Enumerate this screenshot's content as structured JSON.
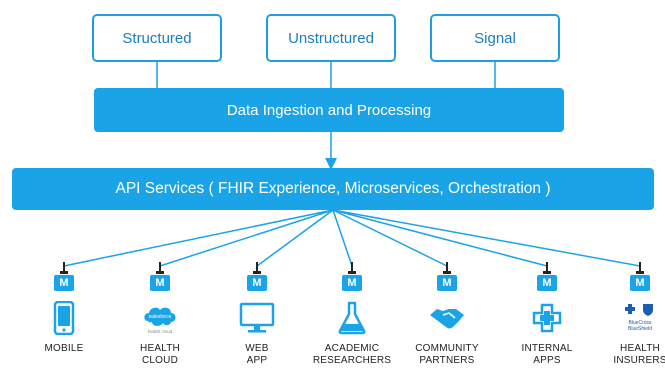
{
  "sources": [
    "Structured",
    "Unstructured",
    "Signal"
  ],
  "ingestion": {
    "label": "Data Ingestion and Processing"
  },
  "api": {
    "label": "API Services ( FHIR Experience, Microservices, Orchestration )"
  },
  "connector_badge": "M",
  "consumers": [
    {
      "line1": "MOBILE",
      "line2": "",
      "icon": "mobile-phone-icon"
    },
    {
      "line1": "HEALTH",
      "line2": "CLOUD",
      "icon": "salesforce-health-cloud-icon",
      "icon_text_1": "salesforce",
      "icon_text_2": "health cloud"
    },
    {
      "line1": "WEB",
      "line2": "APP",
      "icon": "monitor-icon"
    },
    {
      "line1": "ACADEMIC",
      "line2": "RESEARCHERS",
      "icon": "flask-icon"
    },
    {
      "line1": "COMMUNITY",
      "line2": "PARTNERS",
      "icon": "handshake-icon"
    },
    {
      "line1": "INTERNAL",
      "line2": "APPS",
      "icon": "medical-cross-icon"
    },
    {
      "line1": "HEALTH",
      "line2": "INSURERS",
      "icon": "bluecross-blueshield-icon",
      "icon_text_1": "BlueCross",
      "icon_text_2": "BlueShield"
    }
  ],
  "colors": {
    "accent": "#1aa3e6",
    "border": "#1ea0e0",
    "text_dark": "#222222"
  }
}
